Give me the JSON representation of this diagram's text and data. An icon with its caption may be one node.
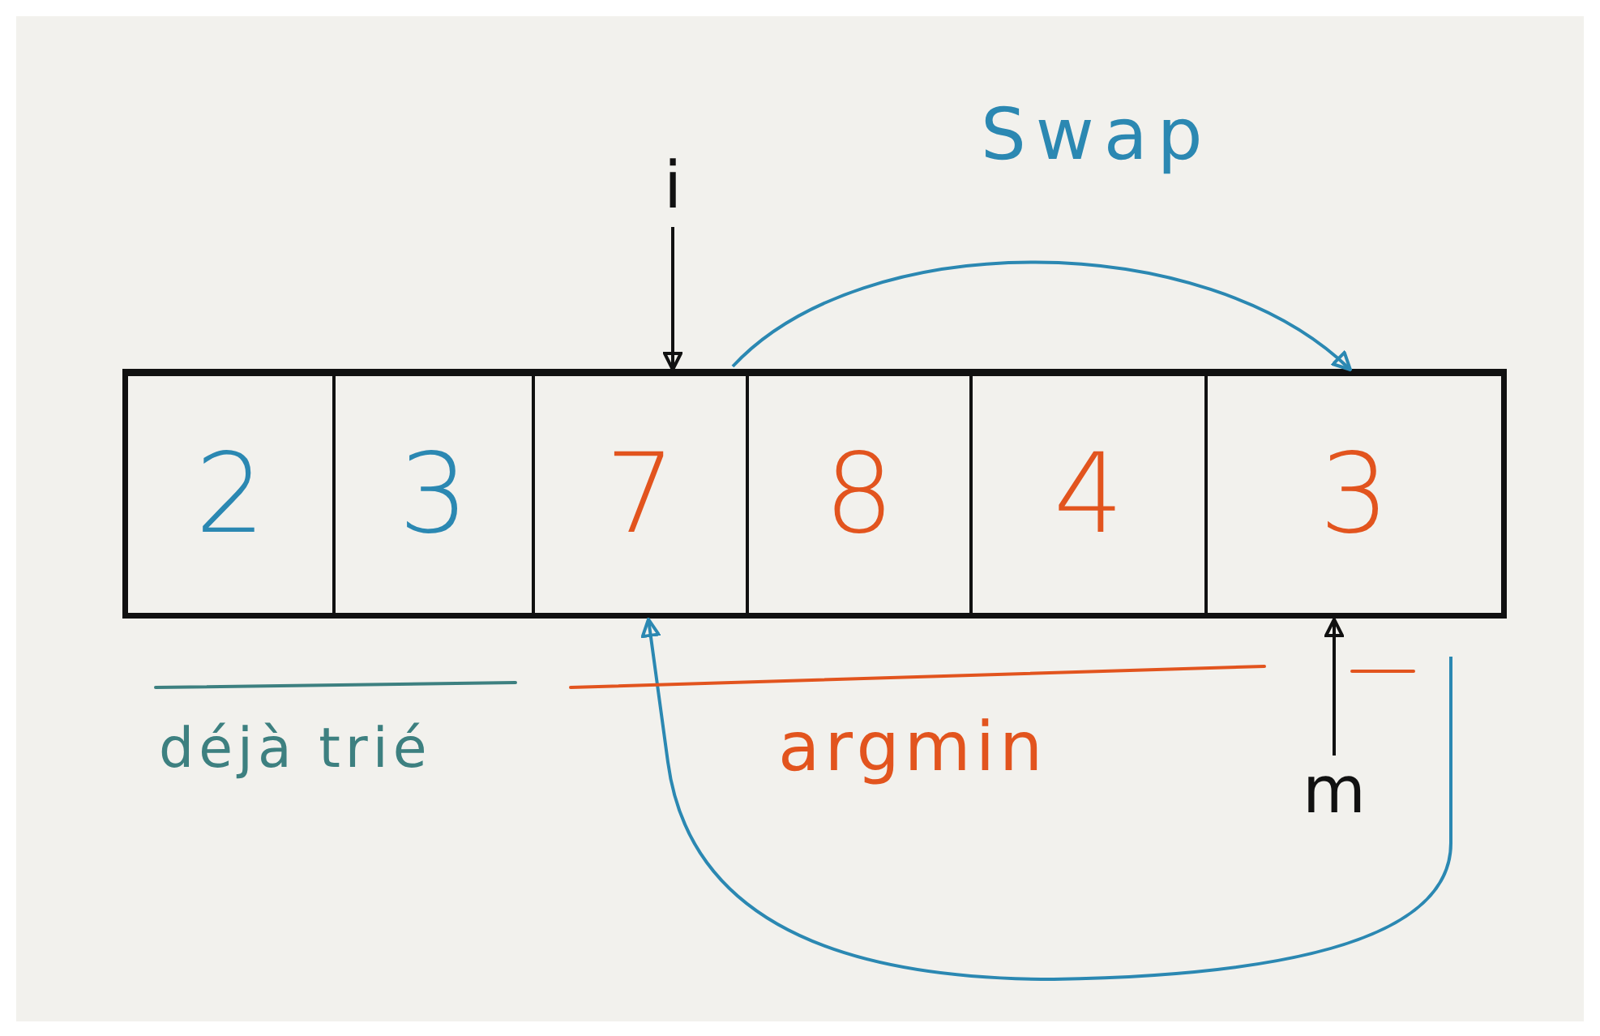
{
  "diagram": {
    "nodes": [
      {
        "text": [
          "2"
        ]
      },
      {
        "text": [
          "3"
        ]
      },
      {
        "text": [
          "7"
        ]
      },
      {
        "text": [
          "8"
        ]
      },
      {
        "text": [
          "4"
        ]
      },
      {
        "text": [
          "3"
        ]
      },
      {
        "text": [
          "i"
        ]
      },
      {
        "text": [
          "m"
        ]
      }
    ],
    "edges": [
      {
        "from": 6,
        "to": 2,
        "arrow": "to"
      },
      {
        "from": 7,
        "to": 5,
        "arrow": "to"
      },
      {
        "from": 2,
        "to": 5,
        "arrow": "to",
        "label": "Swap",
        "color": "#2b88b2"
      },
      {
        "from": 5,
        "to": 2,
        "arrow": "to",
        "color": "#2b88b2"
      }
    ],
    "labels": [
      "déjà trié",
      "argmin"
    ]
  }
}
